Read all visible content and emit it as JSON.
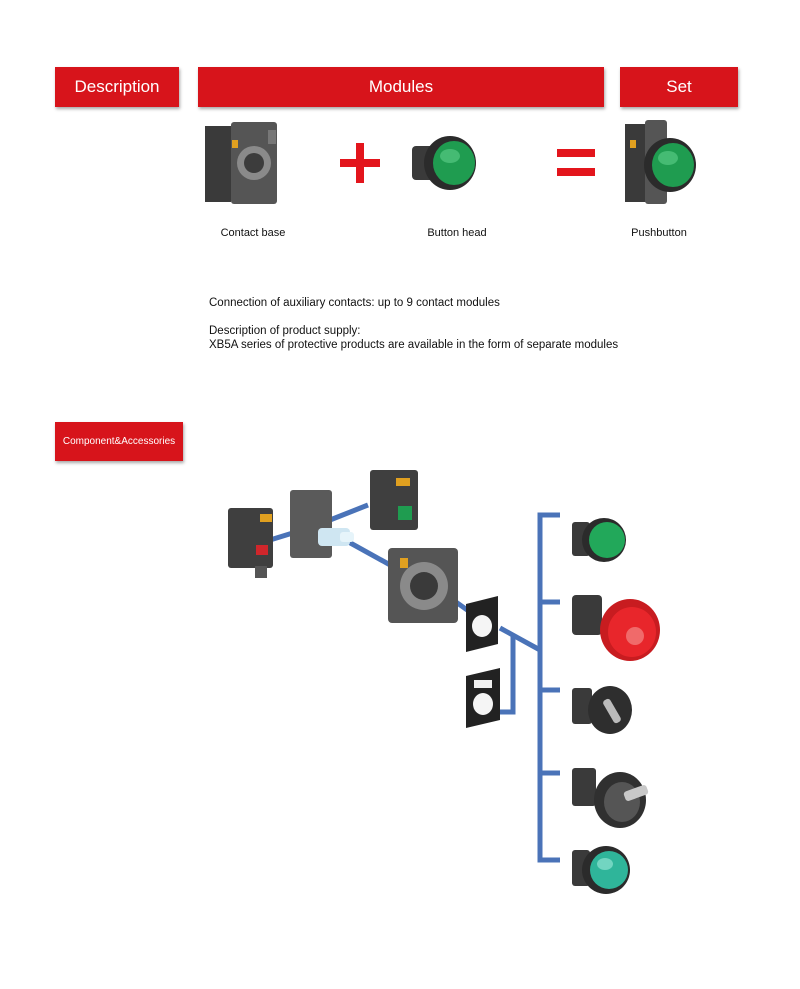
{
  "header": {
    "description_label": "Description",
    "modules_label": "Modules",
    "set_label": "Set"
  },
  "modules": {
    "items": [
      {
        "caption": "Contact base"
      },
      {
        "caption": "Button head"
      },
      {
        "caption": "Pushbutton"
      }
    ],
    "plus_symbol": "+",
    "equals_symbol": "="
  },
  "info": {
    "line1": "Connection of auxiliary contacts: up to 9 contact modules",
    "line2": "Description of product supply:",
    "line3": "XB5A series of protective products are available in the form of separate modules"
  },
  "components": {
    "label": "Component&Accessories"
  },
  "colors": {
    "brand_red": "#d7141b",
    "connector_blue": "#4a73b8",
    "button_green": "#22a85a",
    "stop_red": "#e8262b"
  }
}
